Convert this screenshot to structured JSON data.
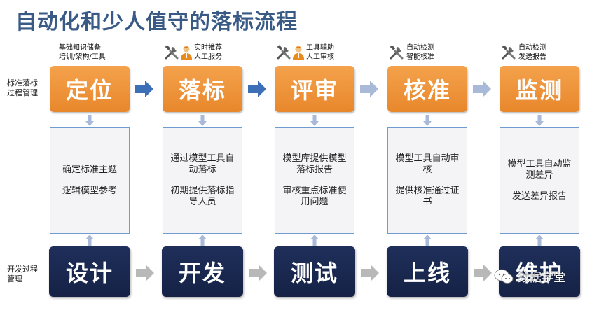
{
  "title": "自动化和少人值守的落标流程",
  "row_labels": {
    "top": "标准落标过程管理",
    "bottom": "开发过程管理"
  },
  "stages": [
    {
      "top_label": "定位",
      "head_desc": "基础知识储备\n培训/架构/工具",
      "icons": [],
      "mid": [
        "确定标准主题",
        "逻辑模型参考"
      ],
      "bottom_label": "设计"
    },
    {
      "top_label": "落标",
      "head_desc": "实时推荐\n人工服务",
      "icons": [
        "tools-icon",
        "person-icon"
      ],
      "mid": [
        "通过模型工具自动落标",
        "初期提供落标指导人员"
      ],
      "bottom_label": "开发"
    },
    {
      "top_label": "评审",
      "head_desc": "工具辅助\n人工审核",
      "icons": [
        "tools-icon",
        "person-icon"
      ],
      "mid": [
        "模型库提供模型落标报告",
        "审核重点标准使用问题"
      ],
      "bottom_label": "测试"
    },
    {
      "top_label": "核准",
      "head_desc": "自动检测\n智能核准",
      "icons": [
        "tools-icon"
      ],
      "mid": [
        "模型工具自动审核",
        "提供核准通过证书"
      ],
      "bottom_label": "上线"
    },
    {
      "top_label": "监测",
      "head_desc": "自动检测\n发送报告",
      "icons": [
        "tools-icon"
      ],
      "mid": [
        "模型工具自动监测差异",
        "发送差异报告"
      ],
      "bottom_label": "维护"
    }
  ],
  "watermark": "数据学堂",
  "colors": {
    "title": "#3a5a86",
    "top_box": "#e8872c",
    "bottom_box": "#1a2850",
    "mid_border": "#6f9bd1",
    "arrow_blue": "#3d6fb6",
    "arrow_light": "#a9b9d8",
    "arrow_gray": "#b8b8b8"
  }
}
